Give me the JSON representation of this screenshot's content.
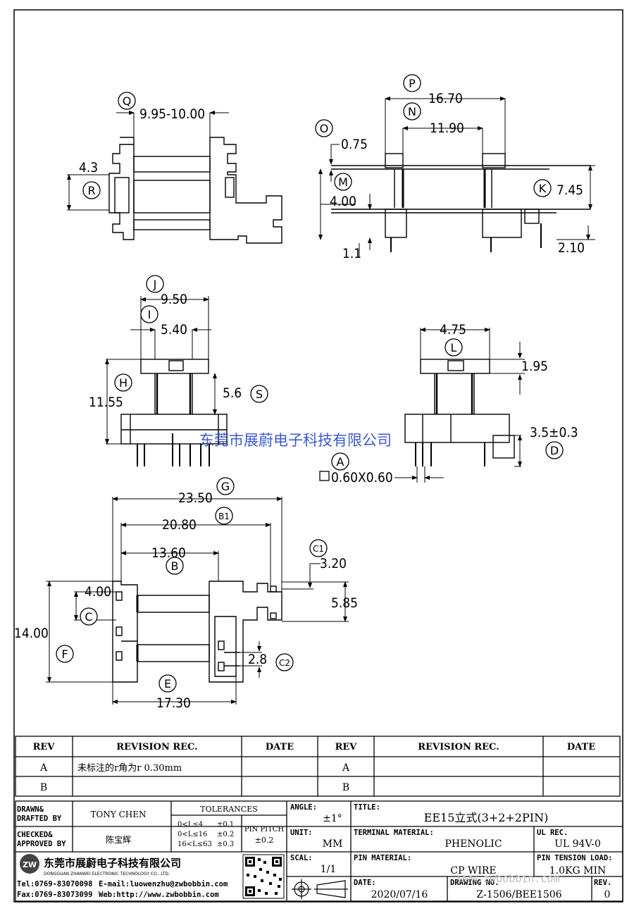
{
  "dimensions": {
    "top_left": {
      "q": "9.95-10.00",
      "r_height": "4.3"
    },
    "top_right": {
      "p": "16.70",
      "n": "11.90",
      "o": "0.75",
      "m": "4.00",
      "k": "7.45",
      "left_pin": "1.1",
      "right_pin": "2.10"
    },
    "mid_left": {
      "j": "9.50",
      "i": "5.40",
      "h": "11.55",
      "s": "5.6"
    },
    "mid_right": {
      "l": "4.75",
      "l_height": "1.95",
      "d": "3.5±0.3",
      "a": "0.60X0.60"
    },
    "bottom": {
      "g": "23.50",
      "b1": "20.80",
      "b": "13.60",
      "c1": "3.20",
      "c1b": "5.85",
      "c": "4.00",
      "f": "14.00",
      "c2": "2.8",
      "e": "17.30"
    }
  },
  "callouts": {
    "q": "Q",
    "r": "R",
    "p": "P",
    "n": "N",
    "o": "O",
    "m": "M",
    "k": "K",
    "j": "J",
    "i": "I",
    "h": "H",
    "s": "S",
    "l": "L",
    "d": "D",
    "a": "A",
    "g": "G",
    "b1": "B1",
    "b": "B",
    "c1": "C1",
    "c": "C",
    "f": "F",
    "c2": "C2",
    "e": "E"
  },
  "watermark": "东莞市展蔚电子科技有限公司",
  "watermark_url": "www.zwbobbin.com",
  "revision_table": {
    "headers": [
      "REV",
      "REVISION REC.",
      "DATE",
      "REV",
      "REVISION REC.",
      "DATE"
    ],
    "rows": [
      [
        "A",
        "未标注的r角为r 0.30mm",
        "",
        "A",
        "",
        ""
      ],
      [
        "B",
        "",
        "",
        "B",
        "",
        ""
      ]
    ]
  },
  "title_block": {
    "drawn_label": "DRAWN&\nDRAFTED BY",
    "drawn": "TONY CHEN",
    "checked_label": "CHECKED&\nAPPROVED BY",
    "checked": "陈宝辉",
    "tolerances_label": "TOLERANCES",
    "tol_rows": [
      [
        "0<L≤4",
        "±0.1"
      ],
      [
        "0<L≤16",
        "±0.2"
      ],
      [
        "16<L≤63",
        "±0.3"
      ]
    ],
    "pin_pitch_label": "PIN PITCH",
    "pin_pitch": "±0.2",
    "angle_label": "ANGLE:",
    "angle": "±1°",
    "unit_label": "UNIT:",
    "unit": "MM",
    "scale_label": "SCAL:",
    "scale": "1/1",
    "title_label": "TITLE:",
    "title": "EE15立式(3+2+2PIN)",
    "terminal_label": "TERMINAL MATERIAL:",
    "terminal": "PHENOLIC",
    "ul_label": "UL REC.",
    "ul": "UL 94V-0",
    "pin_mat_label": "PIN MATERIAL:",
    "pin_mat": "CP WIRE",
    "tension_label": "PIN TENSION LOAD:",
    "tension": "1.0KG MIN",
    "date_label": "DATE:",
    "date": "2020/07/16",
    "drawing_label": "DRAWING NO.",
    "drawing": "Z-1506/BEE1506",
    "rev_label": "REV.",
    "rev": "0",
    "company_cn": "东莞市展蔚电子科技有限公司",
    "company_en": "DONGGUAN ZHANWEI ELECTRONIC TECHNOLOGY CO., LTD.",
    "tel": "Tel:0769-83070098",
    "email": "E-mail:luowenzhu@zwbobbin.com",
    "fax": "Fax:0769-83073099",
    "web": "Web:http://www.zwbobbin.com",
    "logo_text": "ZW"
  }
}
